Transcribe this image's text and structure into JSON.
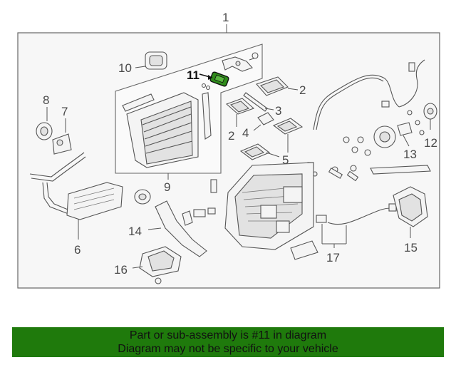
{
  "diagram": {
    "callouts": {
      "c1": "1",
      "c2a": "2",
      "c2b": "2",
      "c3": "3",
      "c4": "4",
      "c5": "5",
      "c6": "6",
      "c7": "7",
      "c8": "8",
      "c9": "9",
      "c10": "10",
      "c11": "11",
      "c12": "12",
      "c13": "13",
      "c14": "14",
      "c15": "15",
      "c16": "16",
      "c17": "17"
    },
    "highlight_color": "#2e8b1a"
  },
  "banner": {
    "line1": "Part or sub-assembly is #11 in diagram",
    "line2": "Diagram may not be specific to your vehicle",
    "background": "#1f7a0c"
  }
}
